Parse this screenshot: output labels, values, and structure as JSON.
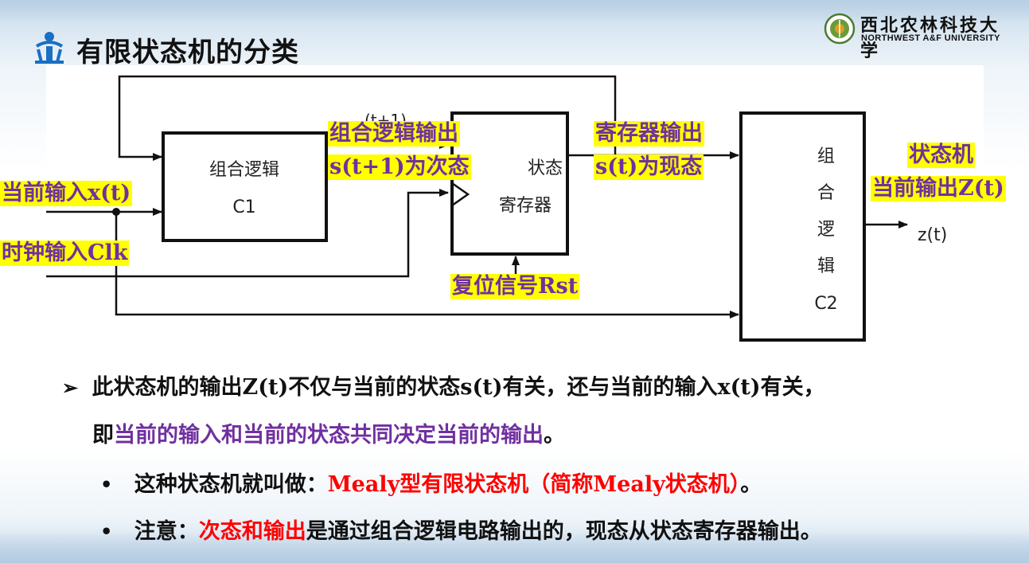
{
  "header": {
    "title": "有限状态机的分类",
    "logo_cn": "西北农林科技大学",
    "logo_en": "NORTHWEST A&F UNIVERSITY"
  },
  "diagram": {
    "box_c1": {
      "line1": "组合逻辑",
      "line2": "C1"
    },
    "box_reg": {
      "line1": "状态",
      "line2": "寄存器"
    },
    "box_c2": {
      "chars": [
        "组",
        "合",
        "逻",
        "辑"
      ],
      "label": "C2"
    },
    "labels": {
      "comb_out_1": "组合逻辑输出",
      "comb_out_2": "s(t+1)为次态",
      "reg_out_1": "寄存器输出",
      "reg_out_2": "s(t)为现态",
      "fsm_out_1": "状态机",
      "fsm_out_2": "当前输出Z(t)",
      "cur_input": "当前输入x(t)",
      "clock": "时钟输入Clk",
      "reset": "复位信号Rst",
      "z_out": "z(t)",
      "hidden_label": "(t+1)"
    }
  },
  "bullets": {
    "b1_a": "此状态机的输出Z(t)不仅与当前的状态s(t)有关，还与当前的输入x(t)有关，",
    "b1_b_pre": "即",
    "b1_b_hl": "当前的输入和当前的状态共同决定当前的输出",
    "b1_b_post": "。",
    "b2_pre": "这种状态机就叫做：",
    "b2_hl": "Mealy型有限状态机（简称Mealy状态机）",
    "b2_post": "。",
    "b3_pre": "注意：",
    "b3_hl": "次态和输出",
    "b3_post": "是通过组合逻辑电路输出的，现态从状态寄存器输出。"
  }
}
